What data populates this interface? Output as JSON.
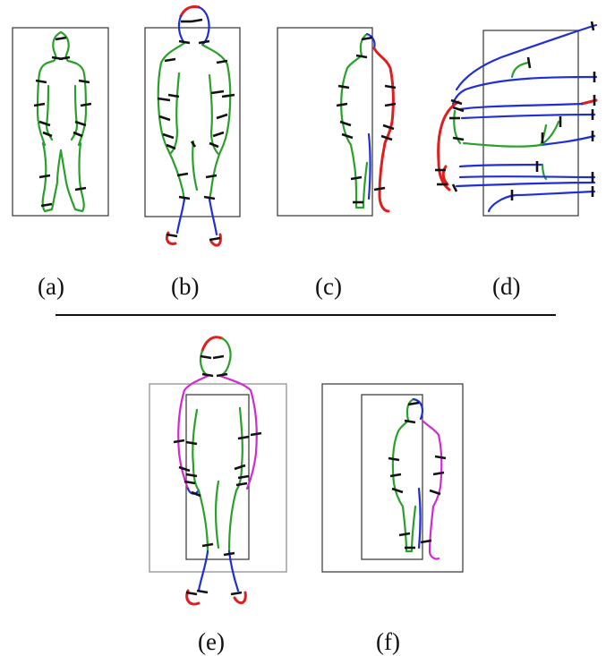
{
  "panels": [
    {
      "id": "a",
      "label": "(a)"
    },
    {
      "id": "b",
      "label": "(b)"
    },
    {
      "id": "c",
      "label": "(c)"
    },
    {
      "id": "d",
      "label": "(d)"
    },
    {
      "id": "e",
      "label": "(e)"
    },
    {
      "id": "f",
      "label": "(f)"
    }
  ],
  "colors": {
    "green": "#2aa02a",
    "blue": "#1f2fd6",
    "red": "#e01e1e",
    "magenta": "#d12ad1",
    "tick": "#111111",
    "frame": "#333333"
  }
}
